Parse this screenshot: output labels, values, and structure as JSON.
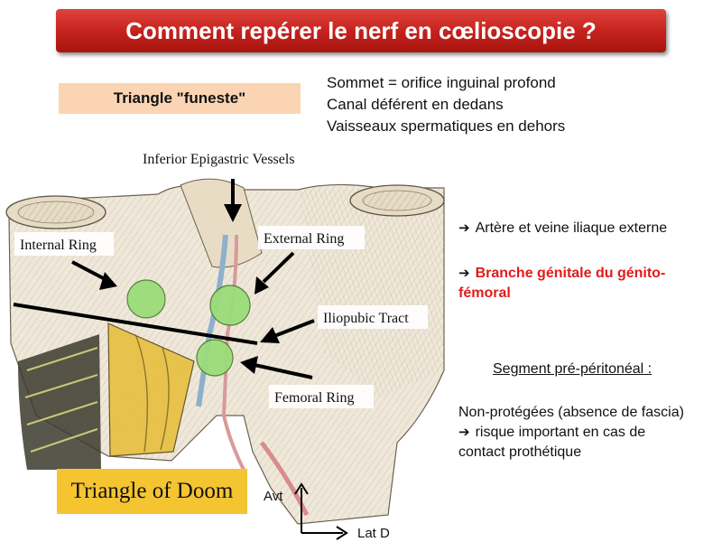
{
  "header": {
    "title": "Comment repérer le nerf en cœlioscopie ?"
  },
  "subtitle": "Triangle \"funeste\"",
  "info_lines": [
    "Sommet = orifice inguinal profond",
    "Canal déférent en dedans",
    "Vaisseaux spermatiques en dehors"
  ],
  "bullets": {
    "arrow": "➔",
    "item1": "Artère et veine iliaque externe",
    "item2_line1": "Branche génitale du génito-",
    "item2_line2": "fémoral"
  },
  "segment": {
    "title": "Segment pré-péritonéal  :",
    "line1": "Non-protégées (absence de fascia)",
    "line2": "risque important en cas de",
    "line3": "contact prothétique"
  },
  "diagram_labels": {
    "inferior_epigastric": "Inferior Epigastric Vessels",
    "internal_ring": "Internal Ring",
    "external_ring": "External Ring",
    "iliopubic_tract": "Iliopubic Tract",
    "femoral_ring": "Femoral Ring",
    "triangle_of_doom": "Triangle of Doom"
  },
  "axes": {
    "vertical": "Avt",
    "horizontal": "Lat D"
  },
  "colors": {
    "banner_red": "#c3201c",
    "subtitle_bg": "#fbd5b3",
    "highlight_red": "#e21b1b",
    "doom_yellow": "#f5c431",
    "ring_green": "#9bdc7a"
  }
}
